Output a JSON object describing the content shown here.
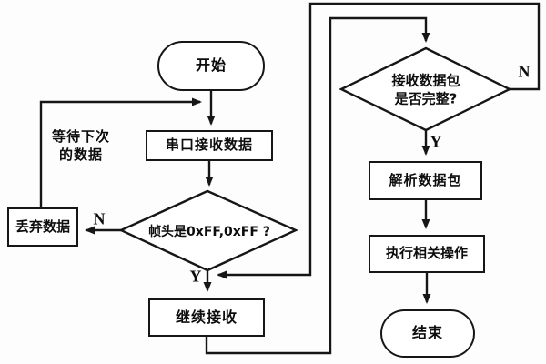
{
  "nodes": {
    "start": {
      "label": "开始",
      "shape": "terminator"
    },
    "serial_receive": {
      "label": "串口接收数据",
      "shape": "process"
    },
    "header_check": {
      "label": "帧头是0xFF,0xFF ?",
      "shape": "decision"
    },
    "discard": {
      "label": "丢弃数据",
      "shape": "process"
    },
    "continue_receive": {
      "label": "继续接收",
      "shape": "process"
    },
    "packet_check": {
      "line1": "接收数据包",
      "line2": "是否完整?",
      "shape": "decision"
    },
    "parse_packet": {
      "label": "解析数据包",
      "shape": "process"
    },
    "execute_ops": {
      "label": "执行相关操作",
      "shape": "process"
    },
    "end": {
      "label": "结束",
      "shape": "terminator"
    }
  },
  "annotations": {
    "wait_note": {
      "line1": "等待下次",
      "line2": "的数据"
    }
  },
  "edge_labels": {
    "header_no": "N",
    "header_yes": "Y",
    "packet_no": "N",
    "packet_yes": "Y"
  },
  "colors": {
    "line": "#161616",
    "background": "#fdfdfd",
    "node_fill": "#ffffff"
  }
}
